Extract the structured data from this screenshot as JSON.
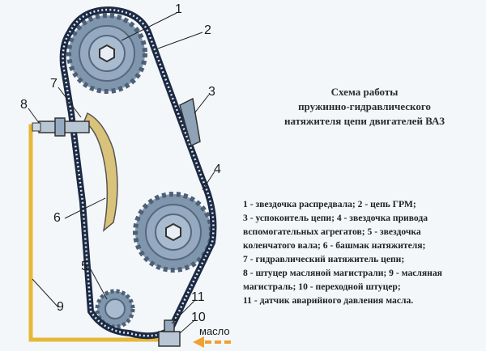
{
  "title": {
    "lines": [
      "Схема работы",
      "пружинно-гидравлического",
      "натяжителя цепи двигателей ВАЗ"
    ]
  },
  "legend": {
    "lines": [
      "1 - звездочка распредвала; 2 - цепь ГРМ;",
      "3 - успокоитель цепи; 4 - звездочка привода",
      "вспомогательных агрегатов; 5 - звездочка",
      "коленчатого вала; 6 - башмак натяжителя;",
      "7 - гидравлический натяжитель цепи;",
      "8 - штуцер масляной магистрали; 9 - масляная",
      "магистраль; 10 - переходной штуцер;",
      "11 - датчик аварийного давления масла."
    ]
  },
  "callouts": {
    "n1": "1",
    "n2": "2",
    "n3": "3",
    "n4": "4",
    "n5": "5",
    "n6": "6",
    "n7": "7",
    "n8": "8",
    "n9": "9",
    "n10": "10",
    "n11": "11",
    "oil": "масло"
  },
  "colors": {
    "chain": "#1c2a44",
    "sprocket": "#7f96ad",
    "oil_line": "#e6b838",
    "arrow": "#f0a030"
  }
}
